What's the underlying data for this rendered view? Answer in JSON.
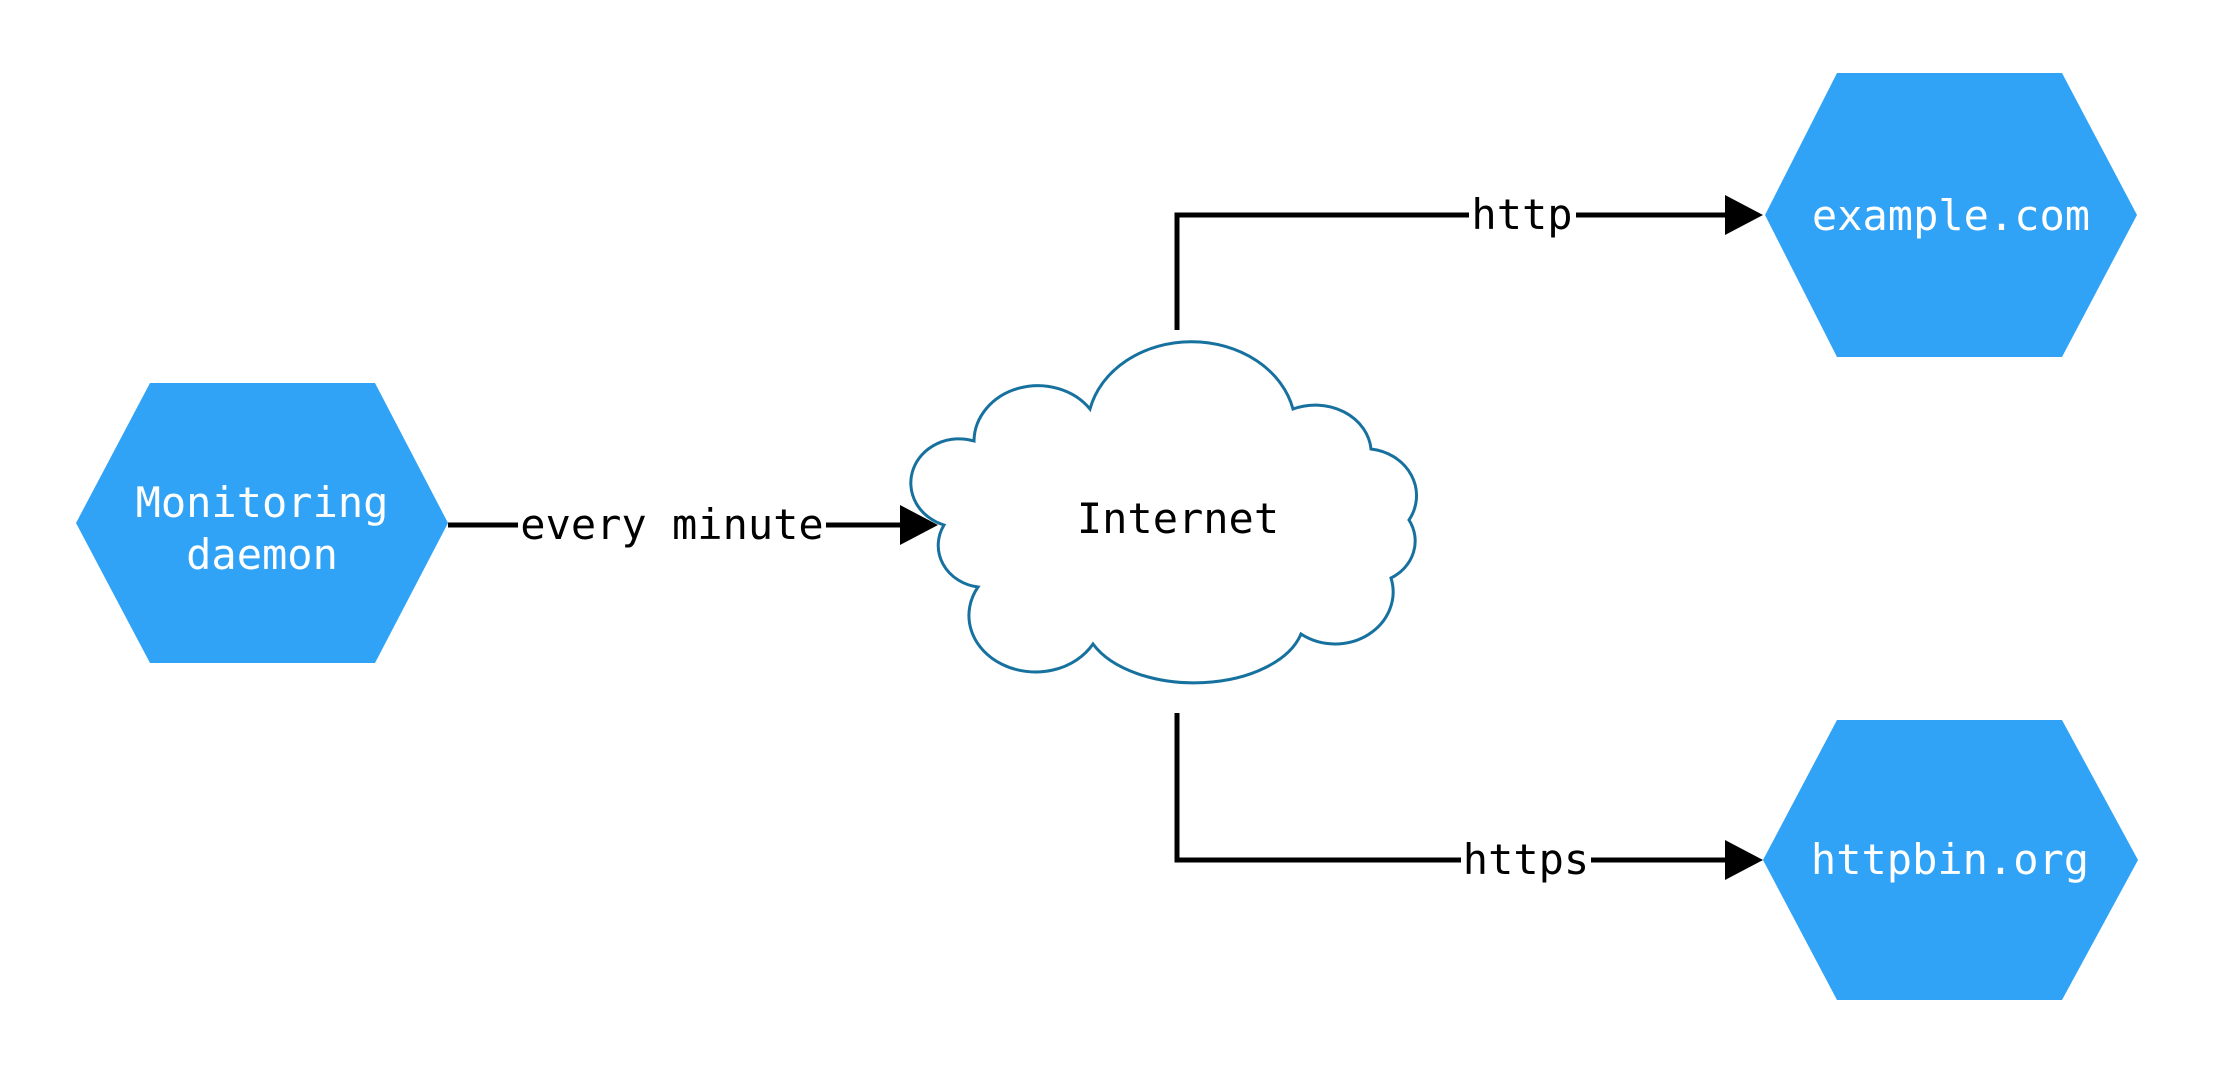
{
  "diagram": {
    "type": "network-monitoring-diagram",
    "background_color": "#ffffff",
    "nodes": [
      {
        "id": "monitoring-daemon",
        "shape": "hexagon",
        "label": "Monitoring daemon",
        "label_line1": "Monitoring",
        "label_line2": "daemon",
        "fill": "#31a3f7",
        "text_color": "#ffffff"
      },
      {
        "id": "internet",
        "shape": "cloud",
        "label": "Internet",
        "fill": "#ffffff",
        "stroke": "#17719f",
        "text_color": "#000000"
      },
      {
        "id": "example-com",
        "shape": "hexagon",
        "label": "example.com",
        "fill": "#31a3f7",
        "text_color": "#ffffff"
      },
      {
        "id": "httpbin-org",
        "shape": "hexagon",
        "label": "httpbin.org",
        "fill": "#31a3f7",
        "text_color": "#ffffff"
      }
    ],
    "edges": [
      {
        "from": "monitoring-daemon",
        "to": "internet",
        "label": "every minute",
        "color": "#000000"
      },
      {
        "from": "internet",
        "to": "example-com",
        "label": "http",
        "color": "#000000"
      },
      {
        "from": "internet",
        "to": "httpbin-org",
        "label": "https",
        "color": "#000000"
      }
    ]
  }
}
